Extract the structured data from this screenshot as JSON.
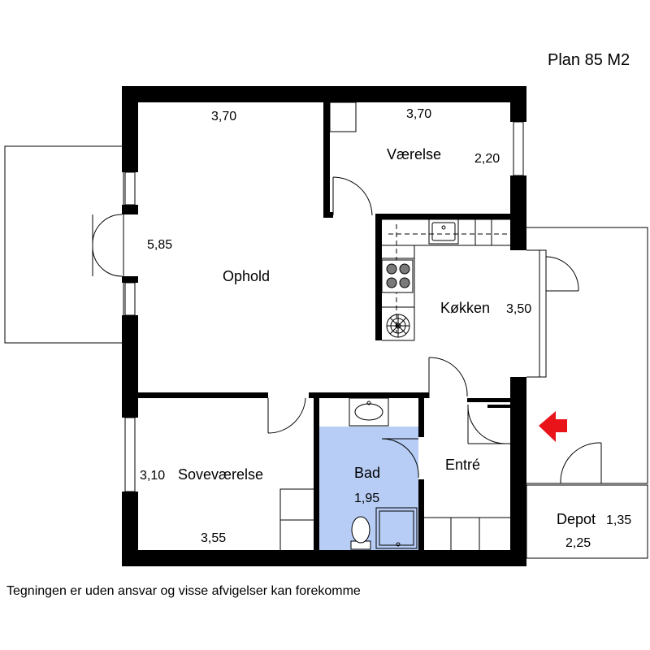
{
  "plan_title": "Plan 85 M2",
  "disclaimer": "Tegningen er uden ansvar og visse afvigelser kan forekomme",
  "rooms": {
    "ophold": {
      "name": "Ophold",
      "width": "3,70",
      "depth": "5,85"
    },
    "vaerelse": {
      "name": "Værelse",
      "width": "3,70",
      "depth": "2,20"
    },
    "kokken": {
      "name": "Køkken",
      "depth": "3,50"
    },
    "sovevaerelse": {
      "name": "Soveværelse",
      "depth": "3,10",
      "width": "3,55"
    },
    "bad": {
      "name": "Bad",
      "size": "1,95"
    },
    "entre": {
      "name": "Entré"
    },
    "depot": {
      "name": "Depot",
      "depth": "1,35",
      "width": "2,25"
    }
  },
  "colors": {
    "wall": "#000000",
    "bath_floor": "#b7cdf5",
    "entrance_arrow": "#e8141a",
    "hob_burner": "#7a7a7a"
  }
}
